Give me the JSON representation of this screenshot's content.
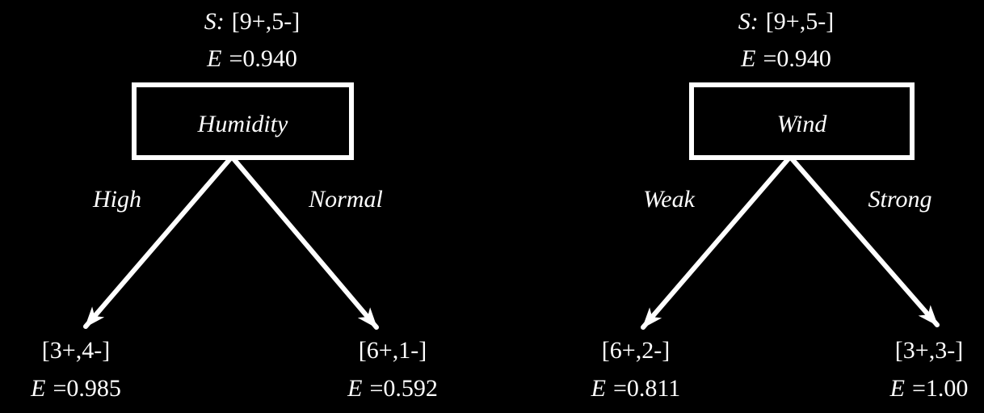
{
  "figure": {
    "description": "Entropy of example subsets when partitioning S by two candidate attributes",
    "background_color": "#000000",
    "foreground_color": "#ffffff"
  },
  "trees": [
    {
      "name": "humidity-tree",
      "root": {
        "set_var": "S:",
        "set": "[9+,5-]",
        "entropy_var": "E",
        "entropy": "=0.940"
      },
      "node_label": "Humidity",
      "branches": [
        {
          "label": "High",
          "set": "[3+,4-]",
          "entropy_var": "E",
          "entropy": "=0.985"
        },
        {
          "label": "Normal",
          "set": "[6+,1-]",
          "entropy_var": "E",
          "entropy": "=0.592"
        }
      ]
    },
    {
      "name": "wind-tree",
      "root": {
        "set_var": "S:",
        "set": "[9+,5-]",
        "entropy_var": "E",
        "entropy": "=0.940"
      },
      "node_label": "Wind",
      "branches": [
        {
          "label": "Weak",
          "set": "[6+,2-]",
          "entropy_var": "E",
          "entropy": "=0.811"
        },
        {
          "label": "Strong",
          "set": "[3+,3-]",
          "entropy_var": "E",
          "entropy": "=1.00"
        }
      ]
    }
  ]
}
